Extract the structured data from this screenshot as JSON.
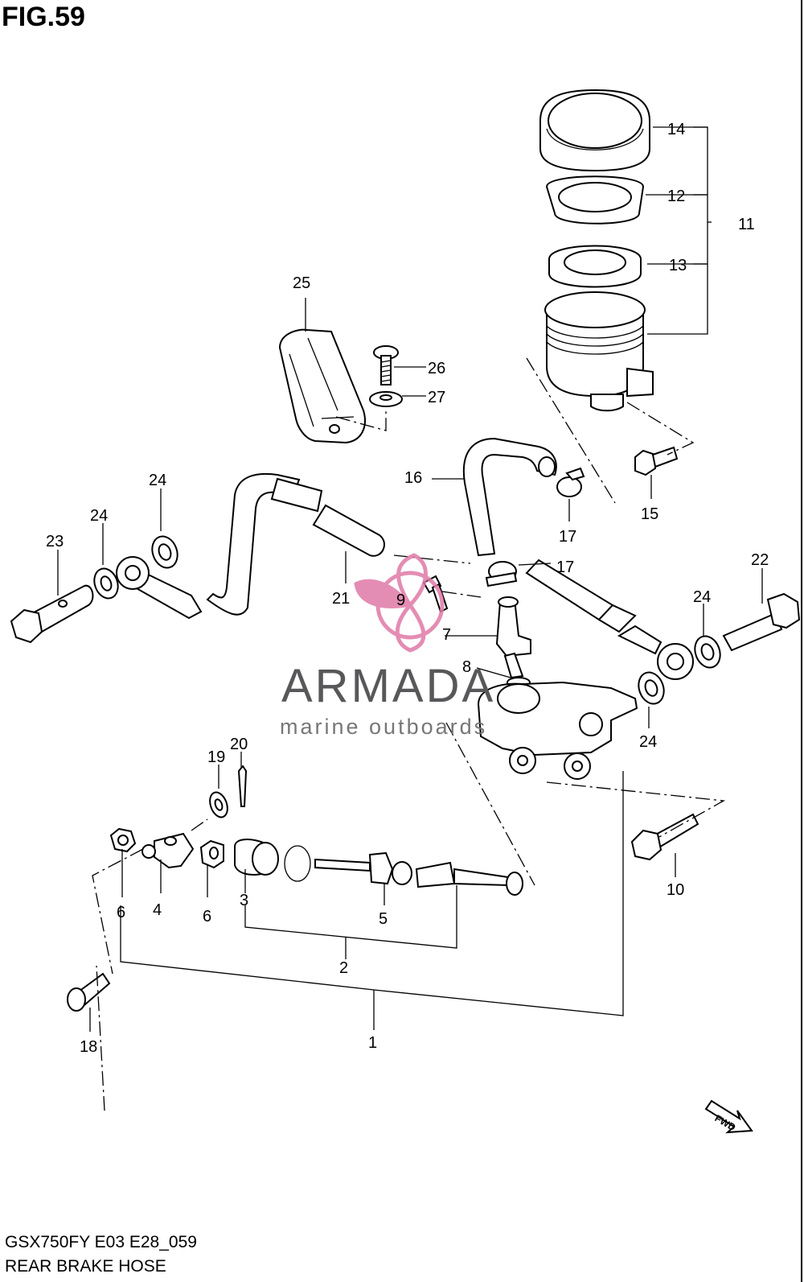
{
  "figure": {
    "title": "FIG.59",
    "model_code": "GSX750FY E03 E28_059",
    "section_name": "REAR BRAKE  HOSE",
    "fwd_label": "FWD"
  },
  "watermark": {
    "brand": "ARMADA",
    "tagline": "marine outboards",
    "logo_color": "#e07aa8",
    "text_color": "#58585a"
  },
  "callouts": [
    {
      "id": "c1",
      "label": "1"
    },
    {
      "id": "c2",
      "label": "2"
    },
    {
      "id": "c3",
      "label": "3"
    },
    {
      "id": "c4",
      "label": "4"
    },
    {
      "id": "c5",
      "label": "5"
    },
    {
      "id": "c6a",
      "label": "6"
    },
    {
      "id": "c6b",
      "label": "6"
    },
    {
      "id": "c7",
      "label": "7"
    },
    {
      "id": "c8",
      "label": "8"
    },
    {
      "id": "c9",
      "label": "9"
    },
    {
      "id": "c10",
      "label": "10"
    },
    {
      "id": "c11",
      "label": "11"
    },
    {
      "id": "c12",
      "label": "12"
    },
    {
      "id": "c13",
      "label": "13"
    },
    {
      "id": "c14",
      "label": "14"
    },
    {
      "id": "c15",
      "label": "15"
    },
    {
      "id": "c16",
      "label": "16"
    },
    {
      "id": "c17a",
      "label": "17"
    },
    {
      "id": "c17b",
      "label": "17"
    },
    {
      "id": "c18",
      "label": "18"
    },
    {
      "id": "c19",
      "label": "19"
    },
    {
      "id": "c20",
      "label": "20"
    },
    {
      "id": "c21",
      "label": "21"
    },
    {
      "id": "c22",
      "label": "22"
    },
    {
      "id": "c23",
      "label": "23"
    },
    {
      "id": "c24a",
      "label": "24"
    },
    {
      "id": "c24b",
      "label": "24"
    },
    {
      "id": "c24c",
      "label": "24"
    },
    {
      "id": "c24d",
      "label": "24"
    },
    {
      "id": "c25",
      "label": "25"
    },
    {
      "id": "c26",
      "label": "26"
    },
    {
      "id": "c27",
      "label": "27"
    }
  ]
}
